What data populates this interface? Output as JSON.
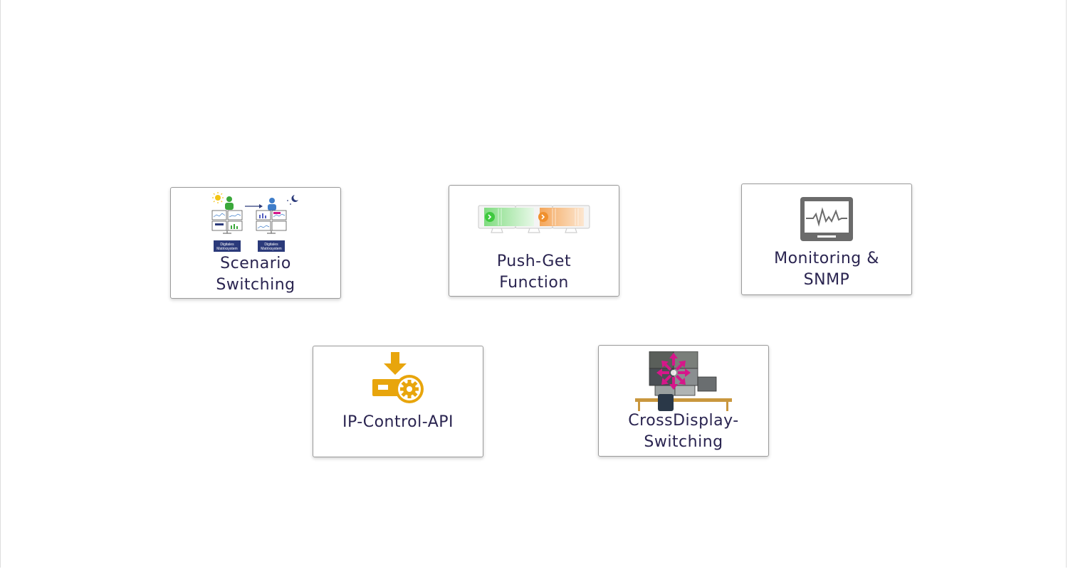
{
  "cards": [
    {
      "id": "scenario",
      "title_line1": "Scenario",
      "title_line2": "Switching",
      "icon": "scenario-switching-icon",
      "icon_text": "Digitales Matrixsystem"
    },
    {
      "id": "pushget",
      "title_line1": "Push-Get",
      "title_line2": "Function",
      "icon": "push-get-icon"
    },
    {
      "id": "monitoring",
      "title_line1": "Monitoring &",
      "title_line2": "SNMP",
      "icon": "monitor-pulse-icon"
    },
    {
      "id": "ipcontrol",
      "title_line1": "IP-Control-API",
      "title_line2": "",
      "icon": "api-gear-icon"
    },
    {
      "id": "crossdisplay",
      "title_line1": "CrossDisplay-",
      "title_line2": "Switching",
      "icon": "cross-display-icon"
    }
  ],
  "colors": {
    "label_text": "#2a2450",
    "card_border": "#9a9a9a",
    "api_icon": "#e8a50c",
    "push_green": "#3ec93e",
    "push_orange": "#f0902e",
    "monitor_gray": "#6b6b6b",
    "cross_arrows": "#d6168a",
    "scenario_blue": "#2b3a7a"
  }
}
